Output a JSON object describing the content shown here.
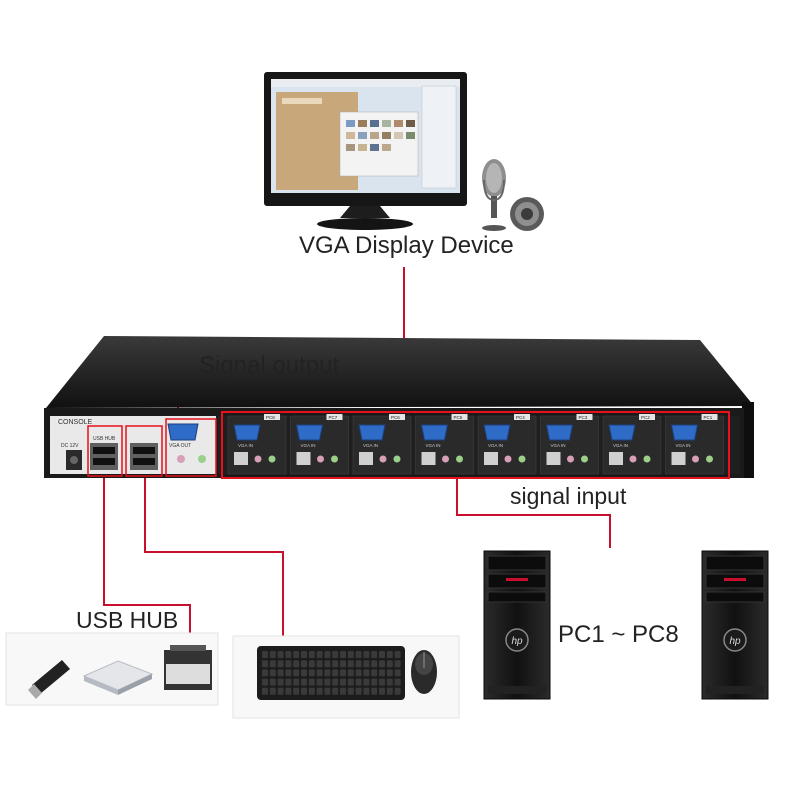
{
  "labels": {
    "display_device": "VGA Display Device",
    "signal_output": "Signal output",
    "signal_input": "signal input",
    "usb_hub": "USB HUB",
    "pc_range": "PC1 ~ PC8"
  },
  "kvm": {
    "console_label": "CONSOLE",
    "usb_hub_label": "USB HUB",
    "dc_label": "DC 12V",
    "vga_out_label": "VGA OUT",
    "vga_in_label": "VGA IN",
    "ports": [
      "PC8",
      "PC7",
      "PC6",
      "PC5",
      "PC4",
      "PC3",
      "PC2",
      "PC1"
    ]
  },
  "computer_brand": "hp",
  "colors": {
    "connector_line": "#c8102e",
    "highlight_box": "#e8101a",
    "chassis": "#1a1a1a",
    "panel": "#e9e9e9",
    "vga_blue": "#2a5fb0"
  }
}
